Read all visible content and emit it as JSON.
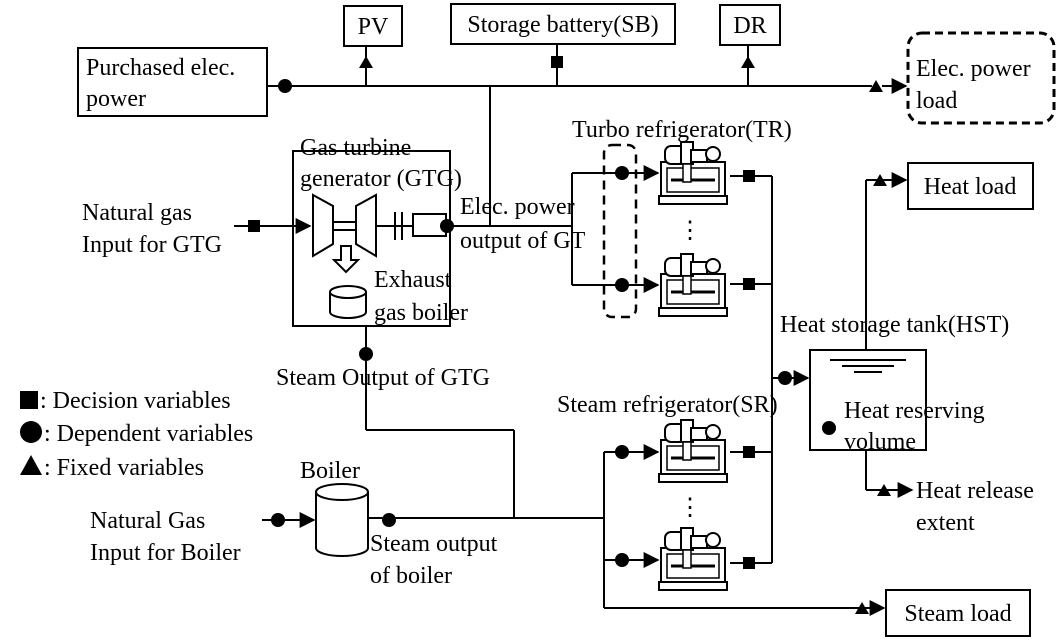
{
  "labels": {
    "pv": "PV",
    "sb": "Storage battery(SB)",
    "dr": "DR",
    "purchased_1": "Purchased elec.",
    "purchased_2": "power",
    "load_1": "Elec. power",
    "load_2": "load",
    "gtg_1": "Gas turbine",
    "gtg_2": "generator (GTG)",
    "ng_gtg_1": "Natural gas",
    "ng_gtg_2": "Input for GTG",
    "elec_out_1": "Elec. power",
    "elec_out_2": "output of GT",
    "exhaust_1": "Exhaust",
    "exhaust_2": "gas boiler",
    "tr": "Turbo refrigerator(TR)",
    "heat_load": "Heat load",
    "hst": "Heat storage tank(HST)",
    "steam_gtg": "Steam Output of GTG",
    "sr": "Steam refrigerator(SR)",
    "heat_res_1": "Heat reserving",
    "heat_res_2": "volume",
    "boiler": "Boiler",
    "ng_boiler_1": "Natural Gas",
    "ng_boiler_2": "Input for Boiler",
    "steam_boiler_1": "Steam output",
    "steam_boiler_2": "of boiler",
    "release_1": "Heat release",
    "release_2": "extent",
    "steam_load": "Steam load",
    "dots": "⋮"
  },
  "legend": {
    "decision": ": Decision variables",
    "dependent": ": Dependent variables",
    "fixed": ": Fixed variables"
  }
}
